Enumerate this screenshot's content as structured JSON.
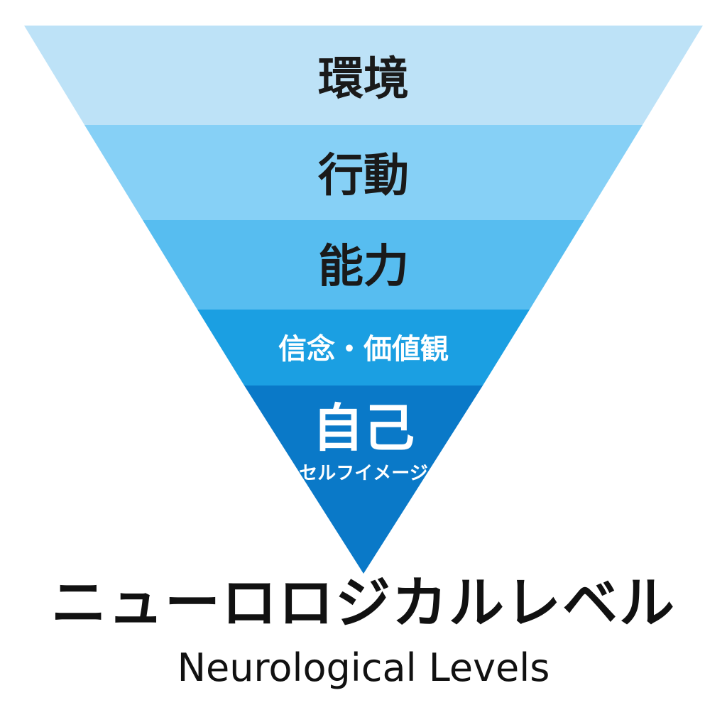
{
  "diagram": {
    "type": "inverted-pyramid",
    "levels": [
      {
        "label": "環境",
        "fill": "#bde2f7",
        "text_color": "#1a1a1a"
      },
      {
        "label": "行動",
        "fill": "#86d0f6",
        "text_color": "#1a1a1a"
      },
      {
        "label": "能力",
        "fill": "#57bdf0",
        "text_color": "#1a1a1a"
      },
      {
        "label": "信念・価値観",
        "fill": "#1b9fe2",
        "text_color": "#ffffff"
      },
      {
        "label": "自己",
        "sublabel": "セルフイメージ",
        "fill": "#0a79c8",
        "text_color": "#ffffff"
      }
    ]
  },
  "title": {
    "jp": "ニューロロジカルレベル",
    "en": "Neurological Levels"
  }
}
